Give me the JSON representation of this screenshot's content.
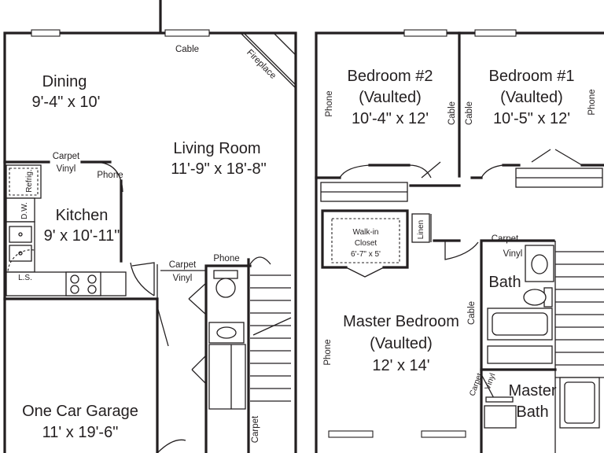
{
  "rooms": {
    "dining": {
      "name": "Dining",
      "dims": "9'-4\" x 10'"
    },
    "living": {
      "name": "Living Room",
      "dims": "11'-9\" x 18'-8\""
    },
    "kitchen": {
      "name": "Kitchen",
      "dims": "9' x 10'-11\""
    },
    "garage": {
      "name": "One Car Garage",
      "dims": "11' x 19'-6\""
    },
    "bedroom2": {
      "name": "Bedroom #2",
      "note": "(Vaulted)",
      "dims": "10'-4\" x 12'"
    },
    "bedroom1": {
      "name": "Bedroom #1",
      "note": "(Vaulted)",
      "dims": "10'-5\" x 12'"
    },
    "master_bedroom": {
      "name": "Master Bedroom",
      "note": "(Vaulted)",
      "dims": "12' x 14'"
    },
    "bath": {
      "name": "Bath"
    },
    "master_bath": {
      "line1": "Master",
      "line2": "Bath"
    },
    "walkin": {
      "line1": "Walk-in",
      "line2": "Closet",
      "dims": "6'-7\" x 5'"
    }
  },
  "labels": {
    "cable": "Cable",
    "phone": "Phone",
    "carpet": "Carpet",
    "vinyl": "Vinyl",
    "fireplace": "Fireplace",
    "refrig": "Refrig.",
    "dw": "D.W.",
    "ls": "L.S.",
    "linen": "Linen"
  }
}
